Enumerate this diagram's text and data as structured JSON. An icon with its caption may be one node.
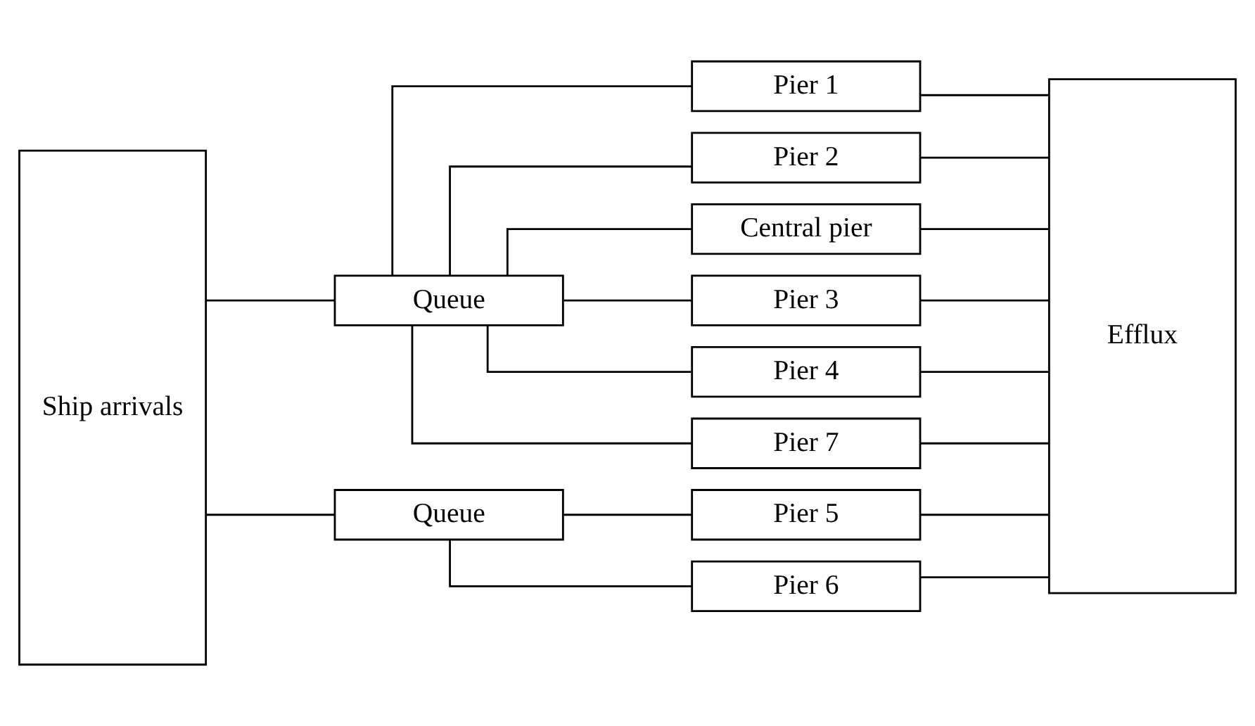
{
  "diagram": {
    "nodes": [
      {
        "text": [
          "Ship arrivals"
        ]
      },
      {
        "text": [
          "Queue"
        ]
      },
      {
        "text": [
          "Queue"
        ]
      },
      {
        "text": [
          "Pier 1"
        ]
      },
      {
        "text": [
          "Pier 2"
        ]
      },
      {
        "text": [
          "Central pier"
        ]
      },
      {
        "text": [
          "Pier 3"
        ]
      },
      {
        "text": [
          "Pier 4"
        ]
      },
      {
        "text": [
          "Pier 7"
        ]
      },
      {
        "text": [
          "Pier 5"
        ]
      },
      {
        "text": [
          "Pier 6"
        ]
      },
      {
        "text": [
          "Efflux"
        ]
      }
    ],
    "edges": [
      {
        "from": 0,
        "to": 1,
        "arrow": "none"
      },
      {
        "from": 0,
        "to": 2,
        "arrow": "none"
      },
      {
        "from": 1,
        "to": 3,
        "arrow": "none"
      },
      {
        "from": 1,
        "to": 4,
        "arrow": "none"
      },
      {
        "from": 1,
        "to": 5,
        "arrow": "none"
      },
      {
        "from": 1,
        "to": 6,
        "arrow": "none"
      },
      {
        "from": 1,
        "to": 7,
        "arrow": "none"
      },
      {
        "from": 1,
        "to": 8,
        "arrow": "none"
      },
      {
        "from": 2,
        "to": 9,
        "arrow": "none"
      },
      {
        "from": 2,
        "to": 10,
        "arrow": "none"
      },
      {
        "from": 3,
        "to": 11,
        "arrow": "none"
      },
      {
        "from": 4,
        "to": 11,
        "arrow": "none"
      },
      {
        "from": 5,
        "to": 11,
        "arrow": "none"
      },
      {
        "from": 6,
        "to": 11,
        "arrow": "none"
      },
      {
        "from": 7,
        "to": 11,
        "arrow": "none"
      },
      {
        "from": 8,
        "to": 11,
        "arrow": "none"
      },
      {
        "from": 9,
        "to": 11,
        "arrow": "none"
      },
      {
        "from": 10,
        "to": 11,
        "arrow": "none"
      }
    ]
  }
}
